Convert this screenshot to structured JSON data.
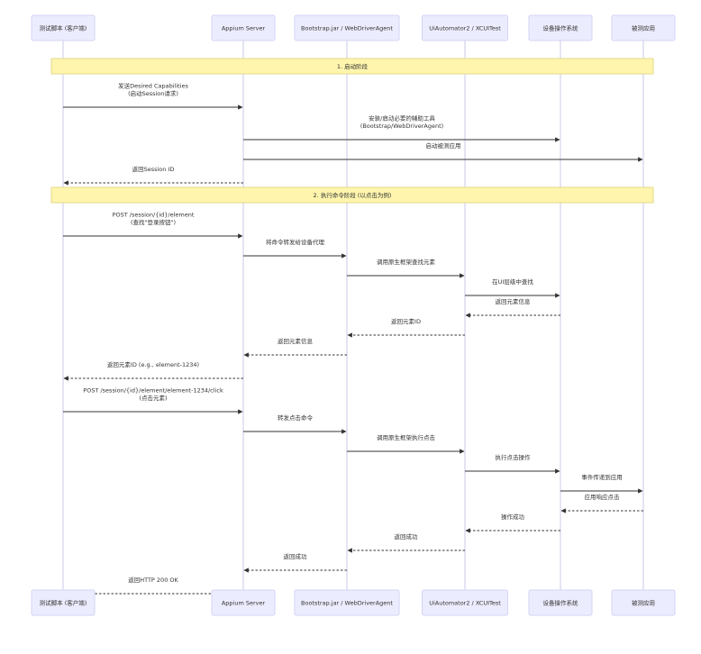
{
  "actors": [
    {
      "id": "client",
      "label": "测试脚本 (客户端)"
    },
    {
      "id": "appium",
      "label": "Appium Server"
    },
    {
      "id": "bootstrap",
      "label": "Bootstrap.jar / WebDriverAgent"
    },
    {
      "id": "uiautomator",
      "label": "UiAutomator2 / XCUITest"
    },
    {
      "id": "os",
      "label": "设备操作系统"
    },
    {
      "id": "app",
      "label": "被测应用"
    }
  ],
  "notes": [
    {
      "text": "1. 启动阶段"
    },
    {
      "text": "2. 执行命令阶段 (以点击为例)"
    }
  ],
  "messages": [
    {
      "from": "client",
      "to": "appium",
      "lines": [
        "发送Desired Capabilities",
        "(启动Session请求)"
      ],
      "dashed": false
    },
    {
      "from": "appium",
      "to": "os",
      "lines": [
        "安装/启动必要的辅助工具",
        "(Bootstrap/WebDriverAgent)"
      ],
      "dashed": false
    },
    {
      "from": "appium",
      "to": "app",
      "lines": [
        "启动被测应用"
      ],
      "dashed": false
    },
    {
      "from": "appium",
      "to": "client",
      "lines": [
        "返回Session ID"
      ],
      "dashed": true
    },
    {
      "from": "client",
      "to": "appium",
      "lines": [
        "POST /session/{id}/element",
        "(查找\"登录按钮\")"
      ],
      "dashed": false
    },
    {
      "from": "appium",
      "to": "bootstrap",
      "lines": [
        "将命令转发给设备代理"
      ],
      "dashed": false
    },
    {
      "from": "bootstrap",
      "to": "uiautomator",
      "lines": [
        "调用原生框架查找元素"
      ],
      "dashed": false
    },
    {
      "from": "uiautomator",
      "to": "os",
      "lines": [
        "在UI层级中查找"
      ],
      "dashed": false
    },
    {
      "from": "os",
      "to": "uiautomator",
      "lines": [
        "返回元素信息"
      ],
      "dashed": true
    },
    {
      "from": "uiautomator",
      "to": "bootstrap",
      "lines": [
        "返回元素ID"
      ],
      "dashed": true
    },
    {
      "from": "bootstrap",
      "to": "appium",
      "lines": [
        "返回元素信息"
      ],
      "dashed": true
    },
    {
      "from": "appium",
      "to": "client",
      "lines": [
        "返回元素ID (e.g., element-1234)"
      ],
      "dashed": true
    },
    {
      "from": "client",
      "to": "appium",
      "lines": [
        "POST /session/{id}/element/element-1234/click",
        "(点击元素)"
      ],
      "dashed": false
    },
    {
      "from": "appium",
      "to": "bootstrap",
      "lines": [
        "转发点击命令"
      ],
      "dashed": false
    },
    {
      "from": "bootstrap",
      "to": "uiautomator",
      "lines": [
        "调用原生框架执行点击"
      ],
      "dashed": false
    },
    {
      "from": "uiautomator",
      "to": "os",
      "lines": [
        "执行点击操作"
      ],
      "dashed": false
    },
    {
      "from": "os",
      "to": "app",
      "lines": [
        "事件传递到应用"
      ],
      "dashed": false
    },
    {
      "from": "app",
      "to": "os",
      "lines": [
        "应用响应点击"
      ],
      "dashed": true
    },
    {
      "from": "os",
      "to": "uiautomator",
      "lines": [
        "操作成功"
      ],
      "dashed": true
    },
    {
      "from": "uiautomator",
      "to": "bootstrap",
      "lines": [
        "返回成功"
      ],
      "dashed": true
    },
    {
      "from": "bootstrap",
      "to": "appium",
      "lines": [
        "返回成功"
      ],
      "dashed": true
    },
    {
      "from": "appium",
      "to": "client",
      "lines": [
        "返回HTTP 200 OK"
      ],
      "dashed": true
    }
  ]
}
